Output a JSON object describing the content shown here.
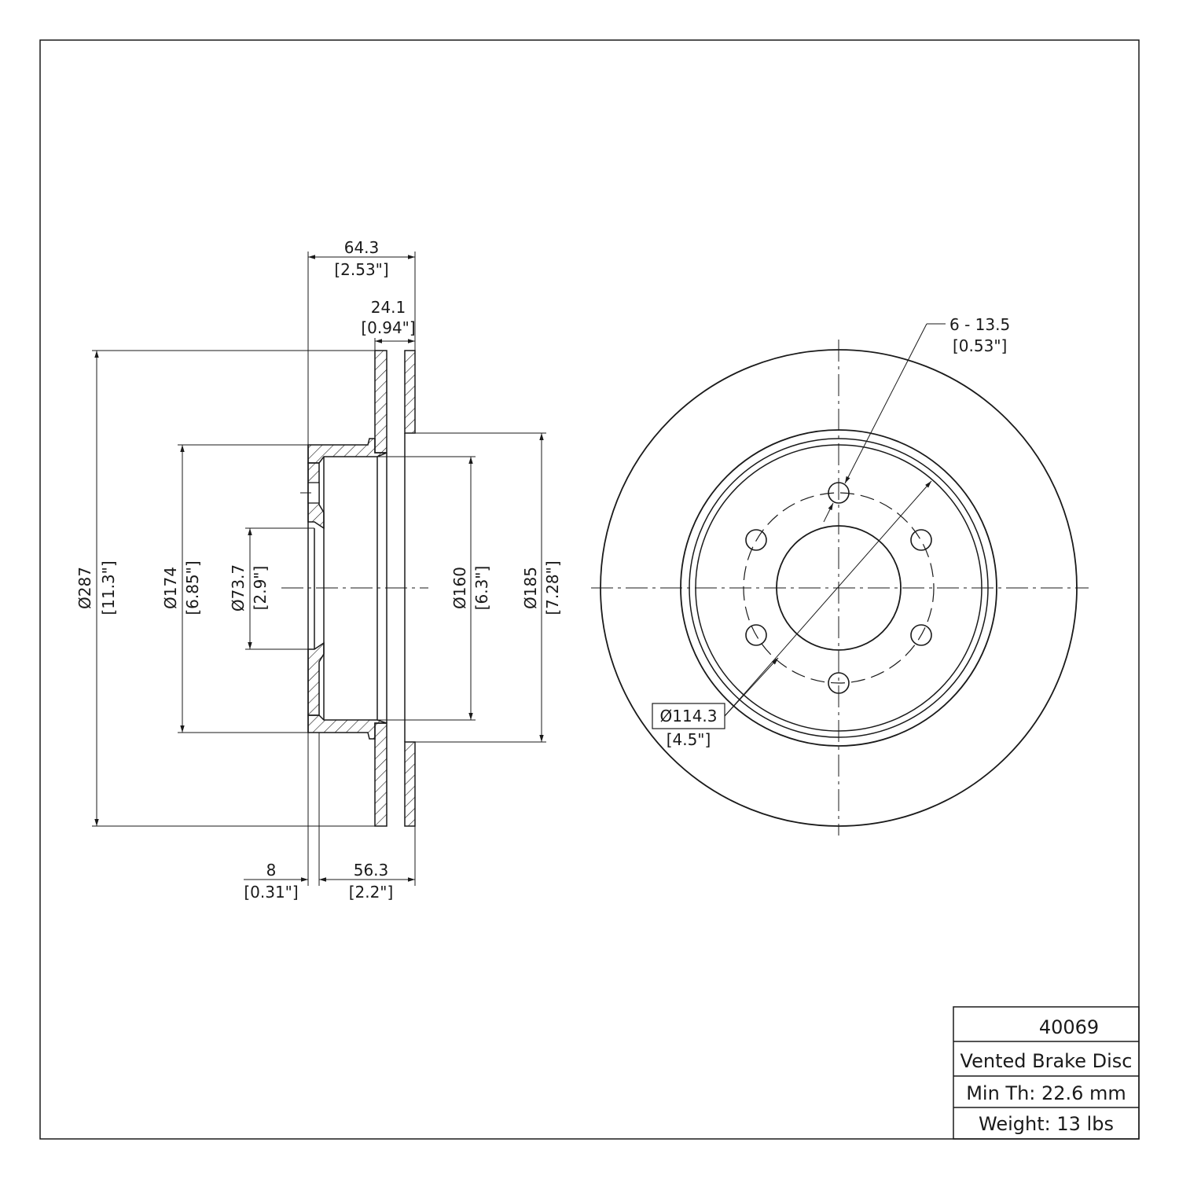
{
  "side_view": {
    "overall_width": {
      "mm": "64.3",
      "in": "[2.53\"]"
    },
    "disc_thickness": {
      "mm": "24.1",
      "in": "[0.94\"]"
    },
    "outer_diameter": {
      "mm": "Ø287",
      "in": "[11.3\"]"
    },
    "hat_diameter": {
      "mm": "Ø174",
      "in": "[6.85\"]"
    },
    "center_bore": {
      "mm": "Ø73.7",
      "in": "[2.9\"]"
    },
    "inner_diameter": {
      "mm": "Ø160",
      "in": "[6.3\"]"
    },
    "friction_inner_diameter": {
      "mm": "Ø185",
      "in": "[7.28\"]"
    },
    "hat_thickness": {
      "mm": "8",
      "in": "[0.31\"]"
    },
    "hat_height": {
      "mm": "56.3",
      "in": "[2.2\"]"
    }
  },
  "front_view": {
    "bolt_holes": {
      "mm": "6 - 13.5",
      "in": "[0.53\"]"
    },
    "bolt_circle": {
      "mm": "Ø114.3",
      "in": "[4.5\"]"
    }
  },
  "title_block": {
    "part_number": "40069",
    "description": "Vented Brake Disc",
    "min_thickness": "Min Th: 22.6 mm",
    "weight": "Weight: 13 lbs"
  }
}
